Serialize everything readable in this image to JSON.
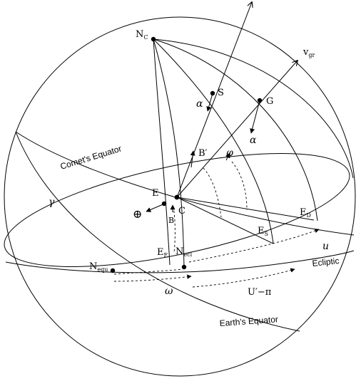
{
  "labels": {
    "n_c": "N",
    "n_c_sub": "C",
    "s": "S",
    "g": "G",
    "v_gr": "v",
    "v_gr_sub": "gr",
    "alpha_s": "α",
    "alpha_g": "α",
    "b_prime": "B′",
    "phi": "φ",
    "e": "E",
    "c": "C",
    "b": "B",
    "earth_symbol": "⊕",
    "gamma": "γ",
    "e_d": "E",
    "e_d_sub": "D",
    "e_s": "E",
    "e_s_sub": "S",
    "e_e": "E",
    "e_e_sub": "E",
    "n_ecl": "N",
    "n_ecl_sub": "ecl",
    "n_equ": "N",
    "n_equ_sub": "equ",
    "u": "u",
    "ecliptic": "Ecliptic",
    "omega": "ω",
    "u_prime_pi": "U′−π",
    "comets_equator": "Comet's Equator",
    "earths_equator": "Earth's Equator"
  }
}
